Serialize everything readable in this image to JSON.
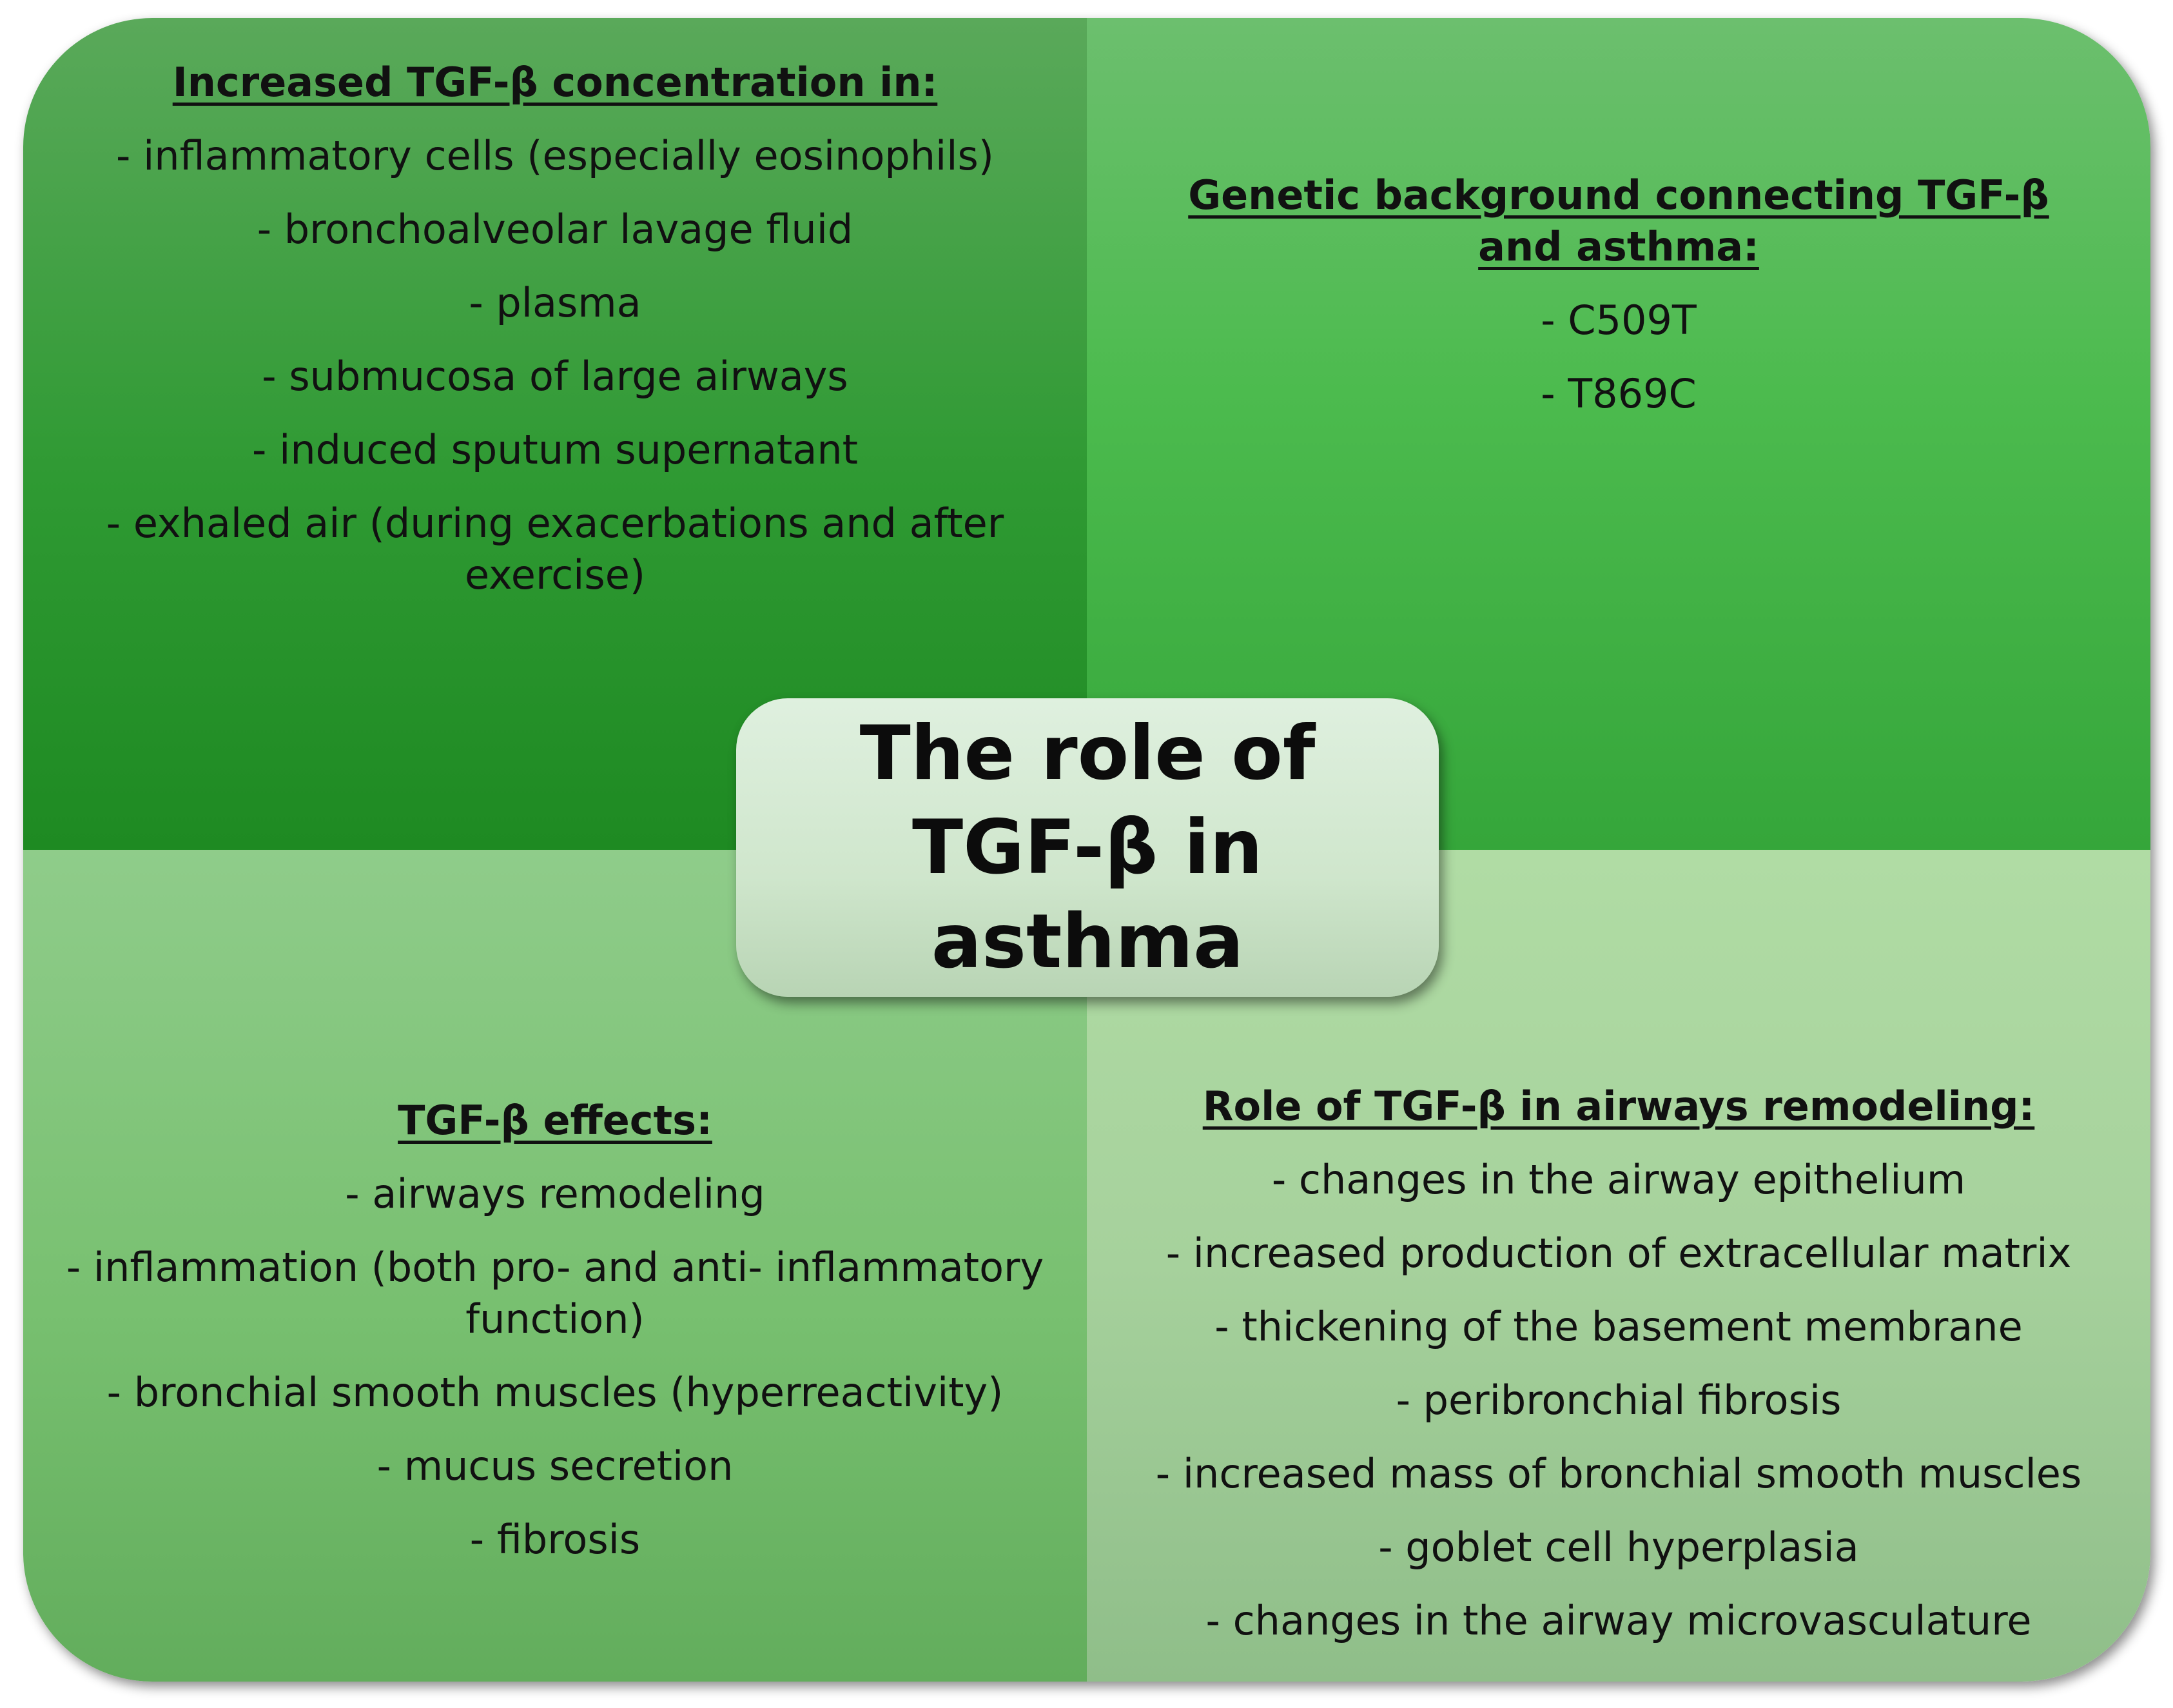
{
  "center": {
    "title": "The role of TGF-β in asthma"
  },
  "quadrants": {
    "top_left": {
      "heading": "Increased TGF-β concentration in:",
      "items": [
        "- inflammatory cells (especially eosinophils)",
        "- bronchoalveolar lavage fluid",
        "- plasma",
        "- submucosa of large airways",
        "- induced sputum supernatant",
        "- exhaled air (during exacerbations and after exercise)"
      ]
    },
    "top_right": {
      "heading": "Genetic background connecting TGF-β and asthma:",
      "items": [
        "- C509T",
        "- T869C"
      ]
    },
    "bottom_left": {
      "heading": "TGF-β effects:",
      "items": [
        "- airways remodeling",
        "- inflammation (both pro- and anti- inflammatory function)",
        "- bronchial smooth muscles (hyperreactivity)",
        "- mucus secretion",
        "- fibrosis"
      ]
    },
    "bottom_right": {
      "heading": "Role of TGF-β in airways remodeling:",
      "items": [
        "- changes in the airway epithelium",
        "- increased production of extracellular matrix",
        "- thickening of the basement membrane",
        "- peribronchial fibrosis",
        "- increased mass of bronchial smooth muscles",
        "- goblet cell hyperplasia",
        "- changes in the airway microvasculature"
      ]
    }
  },
  "colors": {
    "top_left": "#2f9a33",
    "top_right": "#4cbb4e",
    "bottom_left": "#78c070",
    "bottom_right": "#a6d19c",
    "center_box": "#d4ead1"
  }
}
